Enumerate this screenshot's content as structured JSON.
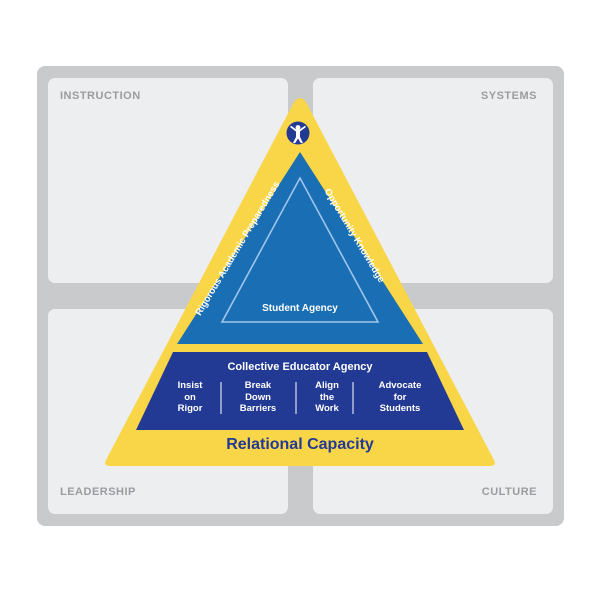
{
  "quadrants": {
    "top_left": "INSTRUCTION",
    "top_right": "SYSTEMS",
    "bottom_left": "LEADERSHIP",
    "bottom_right": "CULTURE"
  },
  "pyramid": {
    "logo": "person-icon",
    "left_side": "Rigorous Academic Preparedness",
    "right_side": "Opportunity Knowledge",
    "center": "Student Agency",
    "band_title": "Collective Educator Agency",
    "columns": [
      [
        "Insist",
        "on",
        "Rigor"
      ],
      [
        "Break",
        "Down",
        "Barriers"
      ],
      [
        "Align",
        "the",
        "Work"
      ],
      [
        "Advocate",
        "for",
        "Students"
      ]
    ],
    "base": "Relational Capacity"
  },
  "colors": {
    "frame": "#c9cacb",
    "quadrant": "#edeef0",
    "yellow": "#f9d548",
    "blue": "#1a6eb4",
    "navy": "#233a94"
  }
}
